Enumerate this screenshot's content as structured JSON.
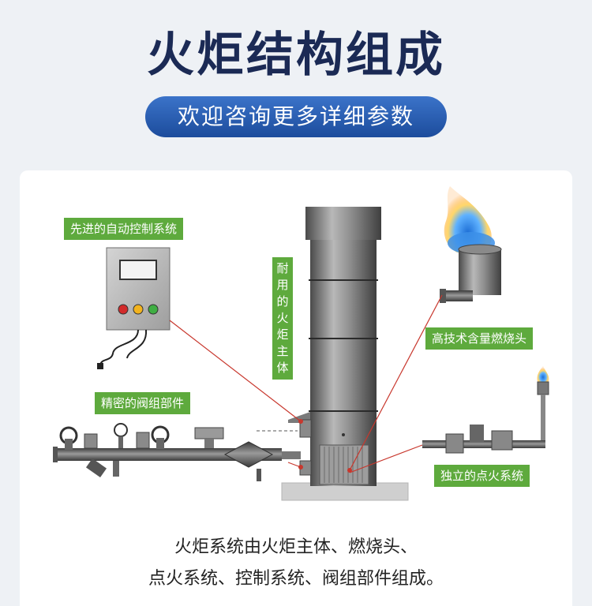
{
  "header": {
    "title": "火炬结构组成",
    "subtitle": "欢迎咨询更多详细参数"
  },
  "diagram": {
    "labels": {
      "control": "先进的自动控制系统",
      "body": "耐用的火炬主体",
      "burner": "高技术含量燃烧头",
      "valves": "精密的阀组部件",
      "ignition": "独立的点火系统"
    }
  },
  "caption": {
    "line1": "火炬系统由火炬主体、燃烧头、",
    "line2": "点火系统、控制系统、阀组部件组成。"
  },
  "colors": {
    "title": "#1b2a55",
    "pill": "#2a5db0",
    "label_green": "#5eaa3d",
    "pointer_red": "#c8372d"
  }
}
